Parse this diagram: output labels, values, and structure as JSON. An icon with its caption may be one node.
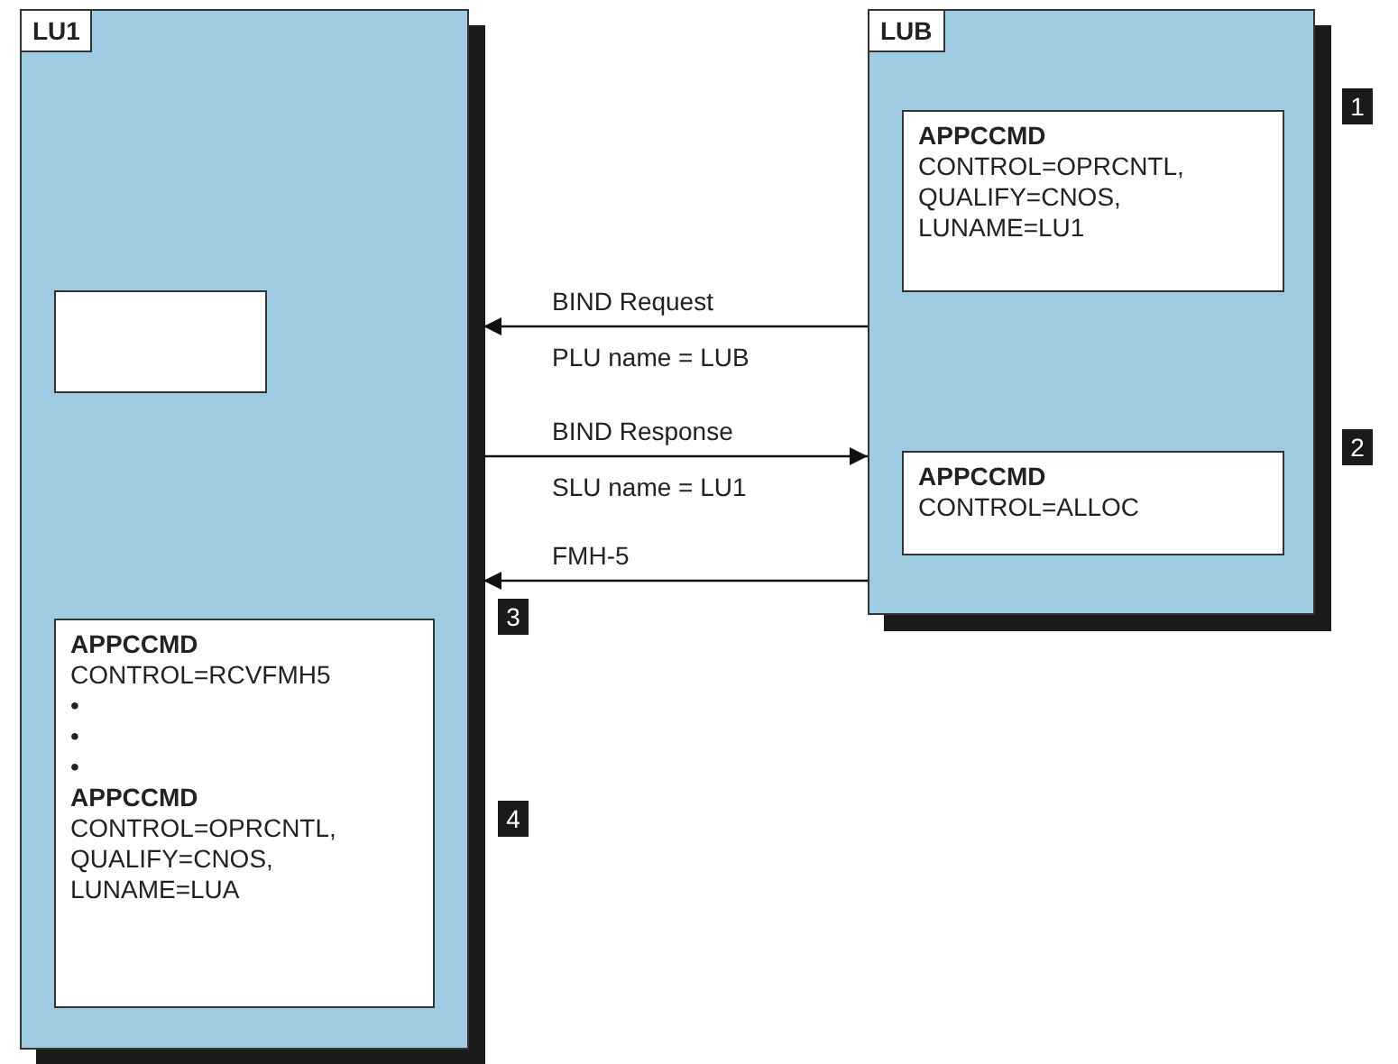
{
  "diagram": {
    "nodes": [
      {
        "text": [
          "LU1"
        ]
      },
      {
        "text": [],
        "shape": "box",
        "in": 0
      },
      {
        "text": [
          "APPCCMD",
          "CONTROL=RCVFMH5",
          "•",
          "•",
          "•",
          "APPCCMD",
          "CONTROL=OPRCNTL, QUALIFY=CNOS, LUNAME=LUA"
        ],
        "in": 0
      },
      {
        "text": [
          "LUB"
        ]
      },
      {
        "text": [
          "APPCCMD",
          "CONTROL=OPRCNTL, QUALIFY=CNOS, LUNAME=LU1"
        ],
        "in": 3
      },
      {
        "text": [
          "APPCCMD",
          "CONTROL=ALLOC"
        ],
        "in": 3
      }
    ],
    "edges": [
      {
        "from": 3,
        "to": 0,
        "arrow": "to",
        "label": "BIND Request"
      },
      {
        "from": 0,
        "to": 3,
        "arrow": "to",
        "label": "BIND Response"
      },
      {
        "from": 3,
        "to": 0,
        "arrow": "to",
        "label": "FMH-5"
      }
    ],
    "labels": [
      "PLU name = LUB",
      "SLU name = LU1",
      "1",
      "2",
      "3",
      "4"
    ]
  }
}
